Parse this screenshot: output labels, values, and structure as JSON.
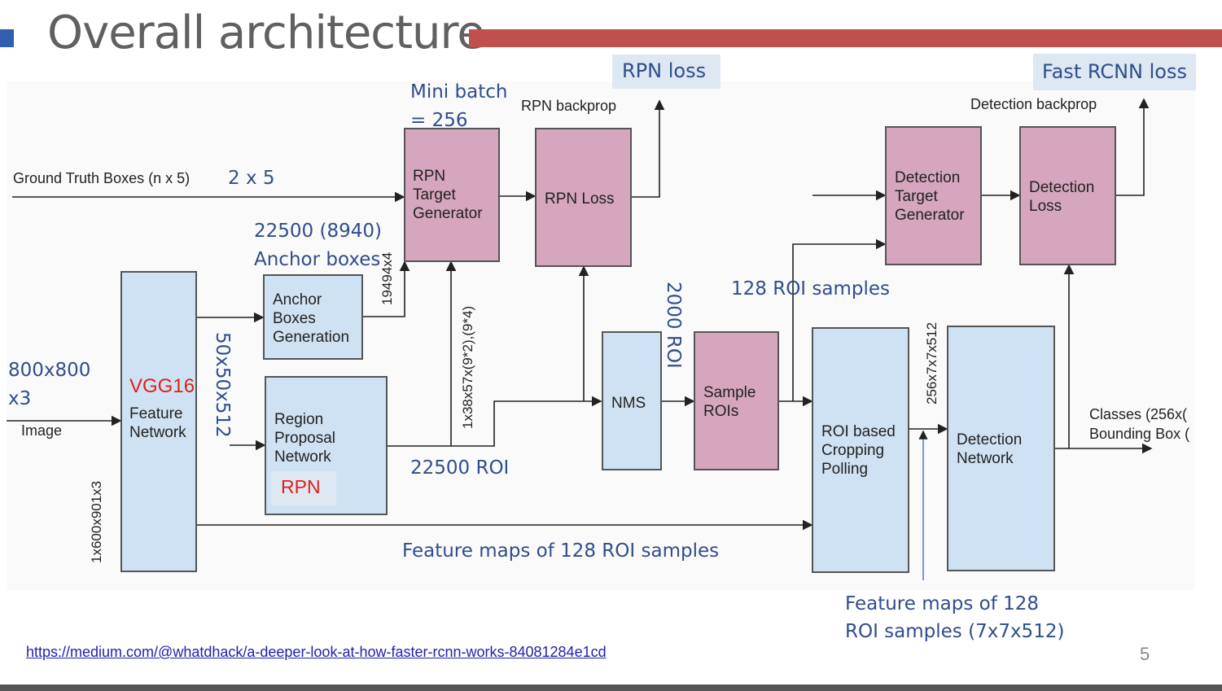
{
  "slide": {
    "title": "Overall architecture",
    "link": "https://medium.com/@whatdhack/a-deeper-look-at-how-faster-rcnn-works-84081284e1cd",
    "page_number": "5"
  },
  "boxes": {
    "rpn_target": "RPN\nTarget\nGenerator",
    "rpn_loss": "RPN Loss",
    "det_target": "Detection\nTarget\nGenerator",
    "det_loss": "Detection\nLoss",
    "anchor_gen": "Anchor\nBoxes\nGeneration",
    "vgg_name": "VGG16",
    "vgg_label": "Feature\nNetwork",
    "rpn_net": "Region\nProposal\nNetwork",
    "rpn_tag": "RPN",
    "nms": "NMS",
    "sample_rois": "Sample\nROIs",
    "roi_crop": "ROI based\nCropping\nPolling",
    "det_net": "Detection\nNetwork"
  },
  "labels": {
    "rpn_loss_top": "RPN loss",
    "fast_rcnn_loss": "Fast RCNN loss",
    "mini_batch": "Mini batch\n= 256",
    "rpn_backprop": "RPN backprop",
    "det_backprop": "Detection backprop",
    "gt_boxes": "Ground Truth Boxes (n x 5)",
    "gt_dims": "2 x 5",
    "anchors_count": "22500 (8940)\nAnchor boxes",
    "anchor_dims": "19494x4",
    "rpn_out_dims": "1x38x57x(9*2),(9*4)",
    "roi_2000": "2000 ROI",
    "roi_128": "128 ROI samples",
    "input_size": "800x800\nx3",
    "image": "Image",
    "feat_dims": "50x50x512",
    "roi_22500": "22500 ROI",
    "vgg_input_dims": "1x600x901x3",
    "feature_maps_128": "Feature maps of 128 ROI samples",
    "crop_dims": "256x7x7x512",
    "outputs": "Classes (256x(\nBounding Box (",
    "feature_maps_note": "Feature maps of 128\nROI samples (7x7x512)"
  }
}
